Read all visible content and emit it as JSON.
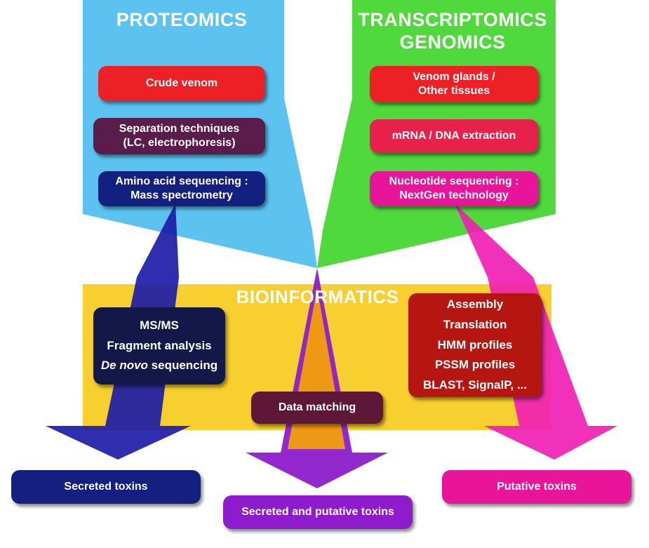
{
  "sections": {
    "proteomics": "PROTEOMICS",
    "transcriptomics": "TRANSCRIPTOMICS",
    "genomics": "GENOMICS",
    "bioinformatics": "BIOINFORMATICS"
  },
  "proteomics_steps": {
    "crude_venom": "Crude venom",
    "separation_line1": "Separation techniques",
    "separation_line2": "(LC, electrophoresis)",
    "sequencing_line1": "Amino acid sequencing :",
    "sequencing_line2": "Mass spectrometry"
  },
  "transcriptomics_steps": {
    "glands_line1": "Venom glands /",
    "glands_line2": "Other tissues",
    "extraction": "mRNA / DNA extraction",
    "sequencing_line1": "Nucleotide sequencing :",
    "sequencing_line2": "NextGen technology"
  },
  "bioinformatics_ms": {
    "line1": "MS/MS",
    "line2": "Fragment analysis",
    "line3_italic": "De novo",
    "line3_rest": " sequencing"
  },
  "bioinformatics_nt": [
    "Assembly",
    "Translation",
    "HMM profiles",
    "PSSM profiles",
    "BLAST, SignalP, ..."
  ],
  "data_matching": "Data matching",
  "outputs": {
    "secreted": "Secreted toxins",
    "both": "Secreted and putative toxins",
    "putative": "Putative toxins"
  },
  "colors": {
    "proteomics_bg": "#5cc3f1",
    "transcriptomics_bg": "#4fd93d",
    "bioinformatics_bg": "#f5c500",
    "red": "#ed2026",
    "crimson": "#e5214c",
    "plum": "#5a1c4a",
    "navy": "#13207f",
    "magenta": "#e8149a",
    "dark_navy": "#141848",
    "dark_red": "#b5160f",
    "maroon": "#5e1737",
    "blue_arrow": "#1d1ca8",
    "purple_arrow": "#8e1ccc",
    "orange_arrow": "#f7a500",
    "pink_arrow": "#f01fb3"
  }
}
